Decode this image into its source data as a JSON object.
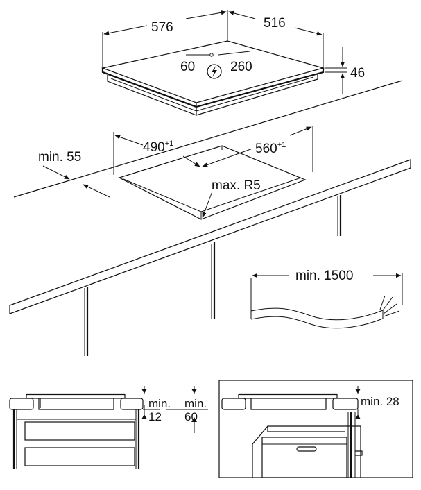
{
  "hob": {
    "width": "576",
    "depth": "516",
    "height": "46",
    "cable_offset_left": "60",
    "cable_offset_right": "260",
    "power_symbol": "lightning-icon"
  },
  "cutout": {
    "min_edge": "min. 55",
    "width": "490",
    "width_tol": "+1",
    "depth": "560",
    "depth_tol": "+1",
    "radius": "max. R5"
  },
  "cable": {
    "length": "min. 1500"
  },
  "section_left": {
    "gap_label": "min.",
    "gap_value": "12",
    "side_label": "min.",
    "side_value": "60"
  },
  "section_right": {
    "gap_label": "min. 28"
  }
}
